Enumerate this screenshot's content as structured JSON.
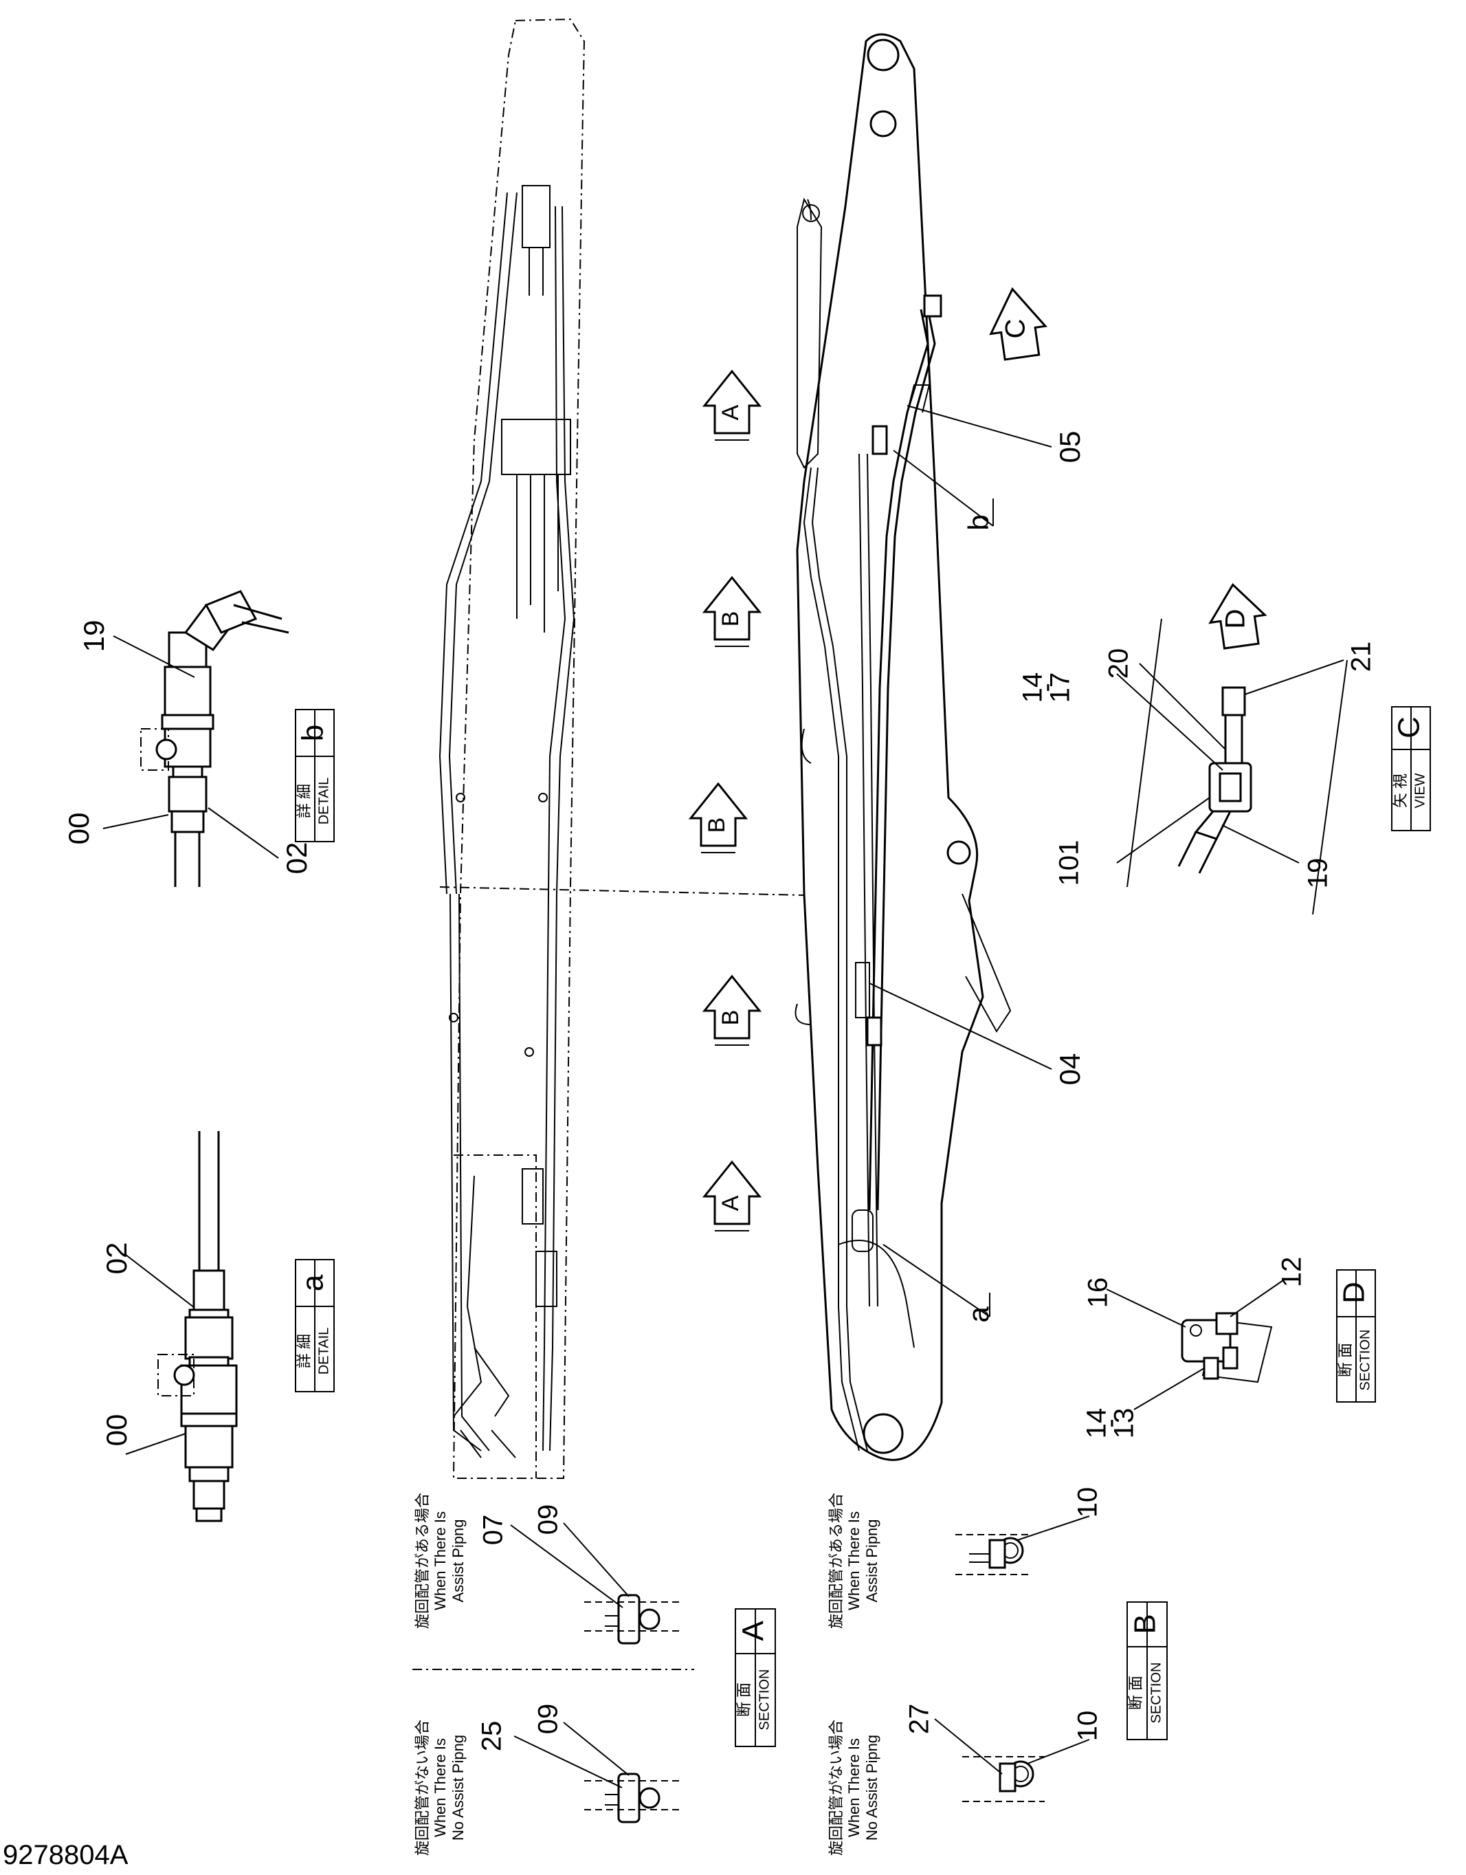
{
  "drawing_number": "9278804A",
  "details": [
    {
      "id": "detail-a",
      "jp": "詳 細",
      "en": "DETAIL",
      "letter": "a"
    },
    {
      "id": "detail-b",
      "jp": "詳 細",
      "en": "DETAIL",
      "letter": "b"
    }
  ],
  "view_c": {
    "jp": "矢 視",
    "en": "VIEW",
    "letter": "C"
  },
  "section_d": {
    "jp": "断 面",
    "en": "SECTION",
    "letter": "D"
  },
  "section_a": {
    "jp": "断 面",
    "en": "SECTION",
    "letter": "A"
  },
  "section_b": {
    "jp": "断 面",
    "en": "SECTION",
    "letter": "B"
  },
  "notes": {
    "with_assist_a": {
      "jp": "旋回配管がある場合",
      "en1": "When There Is",
      "en2": "Assist Pipng"
    },
    "without_assist_a": {
      "jp": "旋回配管がない場合",
      "en1": "When There Is",
      "en2": "No Assist Pipng"
    },
    "with_assist_b": {
      "jp": "旋回配管がある場合",
      "en1": "When There Is",
      "en2": "Assist Pipng"
    },
    "without_assist_b": {
      "jp": "旋回配管がない場合",
      "en1": "When There Is",
      "en2": "No Assist Pipng"
    }
  },
  "arrows": {
    "a1": "A",
    "b1": "B",
    "b2": "B",
    "b3": "B",
    "a2": "A",
    "c": "C",
    "d": "D"
  },
  "callouts": {
    "detail_a_02": "02",
    "detail_a_00": "00",
    "detail_b_19": "19",
    "detail_b_00": "00",
    "detail_b_02": "02",
    "c_14_17_top": "14",
    "c_14_17_bottom": "17",
    "c_20": "20",
    "c_21": "21",
    "c_101": "101",
    "c_19": "19",
    "d_16": "16",
    "d_12": "12",
    "d_14_13_top": "14",
    "d_14_13_bottom": "13",
    "main_05": "05",
    "main_b": "b",
    "main_04": "04",
    "main_a": "a",
    "sa_07": "07",
    "sa_09_with": "09",
    "sa_25": "25",
    "sa_09_without": "09",
    "sb_10_with": "10",
    "sb_27": "27",
    "sb_10_without": "10"
  },
  "dash_separator": "-"
}
